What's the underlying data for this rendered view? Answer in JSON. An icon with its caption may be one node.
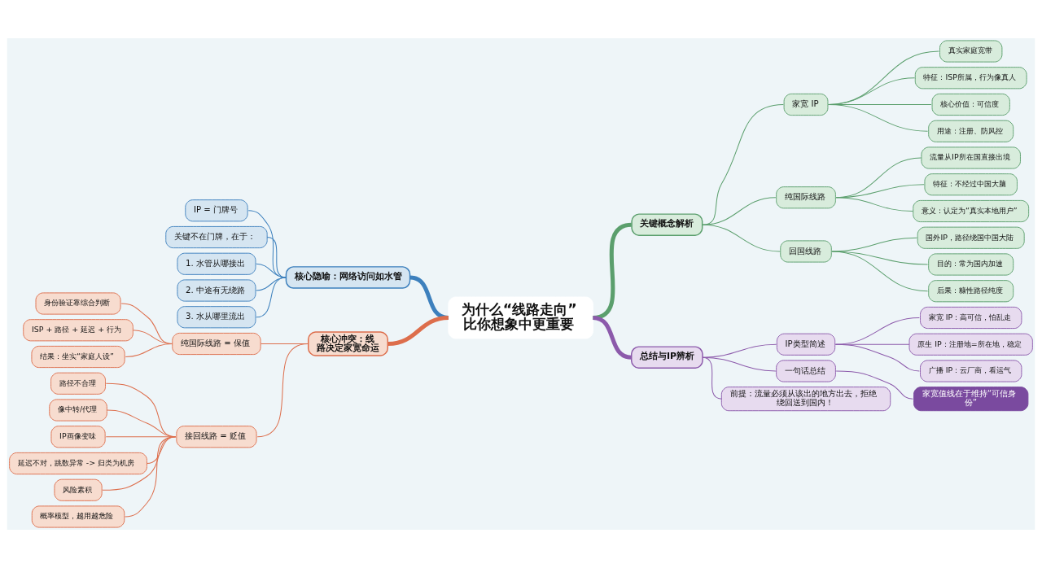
{
  "diagram": {
    "nodes": [
      {
        "text": [
          "为什么“线路走向”比你想象中更重要"
        ]
      },
      {
        "text": [
          "核心隐喻：网络访问如水管"
        ]
      },
      {
        "text": [
          "IP = 门牌号"
        ]
      },
      {
        "text": [
          "关键不在门牌，在于："
        ]
      },
      {
        "text": [
          "1. 水管从哪接出"
        ]
      },
      {
        "text": [
          "2. 中途有无绕路"
        ]
      },
      {
        "text": [
          "3. 水从哪里流出"
        ]
      },
      {
        "text": [
          "关键概念解析"
        ]
      },
      {
        "text": [
          "家宽 IP"
        ]
      },
      {
        "text": [
          "真实家庭宽带"
        ]
      },
      {
        "text": [
          "特征：ISP所属，行为像真人"
        ]
      },
      {
        "text": [
          "核心价值：可信度"
        ]
      },
      {
        "text": [
          "用途：注册、防风控"
        ]
      },
      {
        "text": [
          "纯国际线路"
        ]
      },
      {
        "text": [
          "流量从IP所在国直接出境"
        ]
      },
      {
        "text": [
          "特征：不经过中国大脑"
        ]
      },
      {
        "text": [
          "意义：认定为“真实本地用户”"
        ]
      },
      {
        "text": [
          "回国线路"
        ]
      },
      {
        "text": [
          "国外IP，路径绕国中国大陆"
        ]
      },
      {
        "text": [
          "目的：常为国内加速"
        ]
      },
      {
        "text": [
          "后果：糠性路径纯度"
        ]
      },
      {
        "text": [
          "核心冲突：线路决定家宽命运"
        ]
      },
      {
        "text": [
          "纯国际线路 = 保值"
        ]
      },
      {
        "text": [
          "身份验证靠综合判断"
        ]
      },
      {
        "text": [
          "ISP + 路径 + 延迟 + 行为"
        ]
      },
      {
        "text": [
          "结果：坐实“家庭人设”"
        ]
      },
      {
        "text": [
          "接回线路 = 贬值"
        ]
      },
      {
        "text": [
          "路径不合理"
        ]
      },
      {
        "text": [
          "像中转/代理"
        ]
      },
      {
        "text": [
          "IP画像变味"
        ]
      },
      {
        "text": [
          "延迟不对，跳数异常 -> 归类为机房"
        ]
      },
      {
        "text": [
          "风险素积"
        ]
      },
      {
        "text": [
          "概率模型，越用越危险"
        ]
      },
      {
        "text": [
          "总结与IP辨析"
        ]
      },
      {
        "text": [
          "IP类型简述"
        ]
      },
      {
        "text": [
          "家宽 IP：高可信，怕乱走"
        ]
      },
      {
        "text": [
          "原生 IP：注册地=所在地，稳定"
        ]
      },
      {
        "text": [
          "广播 IP：云厂商，看运气"
        ]
      },
      {
        "text": [
          "一句话总结"
        ]
      },
      {
        "text": [
          "家宽值线在于维持“可信身份”"
        ]
      },
      {
        "text": [
          "前提：流量必须从该出的地方出去，拒绝绕回送到国内！"
        ]
      }
    ],
    "edges": [
      {
        "from": 1,
        "to": 0,
        "arrow": "none",
        "style": "thick",
        "color": "#3d80bd"
      },
      {
        "from": 2,
        "to": 1,
        "arrow": "none",
        "color": "#3d80bd"
      },
      {
        "from": 3,
        "to": 1,
        "arrow": "none",
        "color": "#3d80bd"
      },
      {
        "from": 4,
        "to": 1,
        "arrow": "none",
        "color": "#3d80bd"
      },
      {
        "from": 5,
        "to": 1,
        "arrow": "none",
        "color": "#3d80bd"
      },
      {
        "from": 6,
        "to": 1,
        "arrow": "none",
        "color": "#3d80bd"
      },
      {
        "from": 0,
        "to": 7,
        "arrow": "none",
        "style": "thick"
      },
      {
        "from": 7,
        "to": 8,
        "arrow": "none"
      },
      {
        "from": 8,
        "to": 9,
        "arrow": "none"
      },
      {
        "from": 8,
        "to": 10,
        "arrow": "none"
      },
      {
        "from": 8,
        "to": 11,
        "arrow": "none"
      },
      {
        "from": 8,
        "to": 12,
        "arrow": "none"
      },
      {
        "from": 7,
        "to": 13,
        "arrow": "none"
      },
      {
        "from": 13,
        "to": 14,
        "arrow": "none"
      },
      {
        "from": 13,
        "to": 15,
        "arrow": "none"
      },
      {
        "from": 13,
        "to": 16,
        "arrow": "none"
      },
      {
        "from": 7,
        "to": 17,
        "arrow": "none"
      },
      {
        "from": 17,
        "to": 18,
        "arrow": "none"
      },
      {
        "from": 17,
        "to": 19,
        "arrow": "none"
      },
      {
        "from": 17,
        "to": 20,
        "arrow": "none"
      },
      {
        "from": 21,
        "to": 0,
        "arrow": "none",
        "style": "thick",
        "color": "#dd6e4c"
      },
      {
        "from": 22,
        "to": 21,
        "arrow": "none",
        "color": "#dd6e4c"
      },
      {
        "from": 23,
        "to": 22,
        "arrow": "none",
        "color": "#dd6e4c"
      },
      {
        "from": 24,
        "to": 22,
        "arrow": "none",
        "color": "#dd6e4c"
      },
      {
        "from": 25,
        "to": 22,
        "arrow": "none",
        "color": "#dd6e4c"
      },
      {
        "from": 26,
        "to": 21,
        "arrow": "none",
        "color": "#dd6e4c"
      },
      {
        "from": 27,
        "to": 26,
        "arrow": "none",
        "color": "#dd6e4c"
      },
      {
        "from": 28,
        "to": 26,
        "arrow": "none",
        "color": "#dd6e4c"
      },
      {
        "from": 29,
        "to": 26,
        "arrow": "none",
        "color": "#dd6e4c"
      },
      {
        "from": 30,
        "to": 26,
        "arrow": "none",
        "color": "#dd6e4c"
      },
      {
        "from": 31,
        "to": 26,
        "arrow": "none",
        "color": "#dd6e4c"
      },
      {
        "from": 32,
        "to": 26,
        "arrow": "none",
        "color": "#dd6e4c"
      },
      {
        "from": 0,
        "to": 33,
        "arrow": "none",
        "style": "thick",
        "color": "#8c5aab"
      },
      {
        "from": 33,
        "to": 34,
        "arrow": "none",
        "color": "#8c5aab"
      },
      {
        "from": 34,
        "to": 35,
        "arrow": "none",
        "color": "#8c5aab"
      },
      {
        "from": 34,
        "to": 36,
        "arrow": "none",
        "color": "#8c5aab"
      },
      {
        "from": 34,
        "to": 37,
        "arrow": "none",
        "color": "#8c5aab"
      },
      {
        "from": 33,
        "to": 38,
        "arrow": "none",
        "color": "#8c5aab"
      },
      {
        "from": 38,
        "to": 39,
        "arrow": "none",
        "color": "#8c5aab"
      },
      {
        "from": 33,
        "to": 40,
        "arrow": "none",
        "color": "#8c5aab"
      }
    ]
  }
}
